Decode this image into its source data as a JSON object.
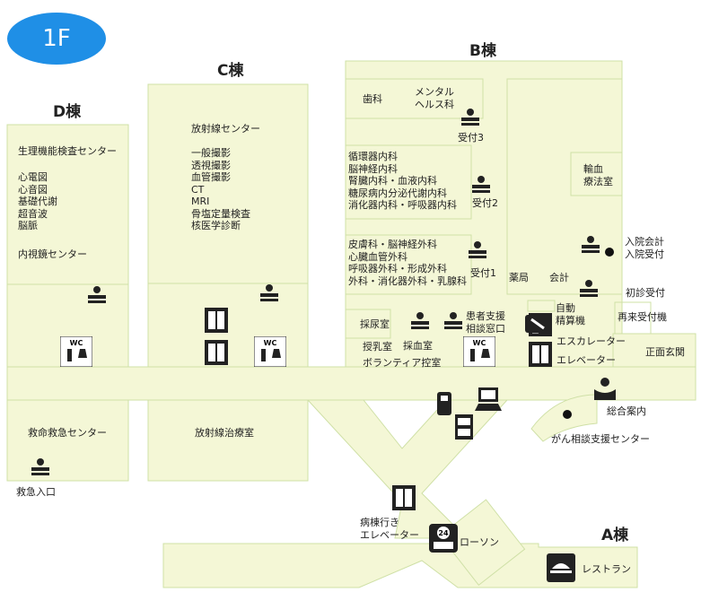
{
  "floor_label": "1F",
  "buildings": {
    "a": "A棟",
    "b": "B棟",
    "c": "C棟",
    "d": "D棟"
  },
  "d_building": {
    "center": "生理機能検査センター",
    "tests": [
      "心電図",
      "心音図",
      "基礎代謝",
      "超音波",
      "脳脈"
    ],
    "endoscopy": "内視鏡センター",
    "emergency_center": "救命救急センター",
    "emergency_entrance": "救急入口"
  },
  "c_building": {
    "radiology_center": "放射線センター",
    "radiology_items": [
      "一般撮影",
      "透視撮影",
      "血管撮影",
      "CT",
      "MRI",
      "骨塩定量検査",
      "核医学診断"
    ],
    "radiotherapy": "放射線治療室"
  },
  "b_building": {
    "dental": "歯科",
    "mental": [
      "メンタル",
      "ヘルス科"
    ],
    "reception3": "受付3",
    "dept_group2": [
      "循環器内科",
      "脳神経内科",
      "腎臓内科・血液内科",
      "糖尿病内分泌代謝内科",
      "消化器内科・呼吸器内科"
    ],
    "reception2": "受付2",
    "dept_group1": [
      "皮膚科・脳神経外科",
      "心臓血管外科",
      "呼吸器外科・形成外科",
      "外科・消化器外科・乳腺科"
    ],
    "reception1": "受付1",
    "transfusion": [
      "輸血",
      "療法室"
    ],
    "admission": [
      "入院会計",
      "入院受付"
    ],
    "pharmacy": "薬局",
    "accounting": "会計",
    "first_visit": "初診受付",
    "revisit": "再来受付機",
    "auto_payment": [
      "自動",
      "精算機"
    ],
    "urine": "採尿室",
    "nursing": "授乳室",
    "blood": "採血室",
    "patient_support": [
      "患者支援",
      "相談窓口"
    ],
    "volunteer": "ボランティア控室",
    "escalator": "エスカレーター",
    "elevator": "エレベーター",
    "main_entrance": "正面玄関"
  },
  "center_area": {
    "info": "総合案内",
    "cancer_support": "がん相談支援センター",
    "ward_elevator": [
      "病棟行き",
      "エレベーター"
    ],
    "lawson": "ローソン",
    "restaurant": "レストラン"
  },
  "colors": {
    "fill": "#f4f7d6",
    "stroke": "#cfe0a6",
    "floor_badge": "#1f8fe6"
  }
}
